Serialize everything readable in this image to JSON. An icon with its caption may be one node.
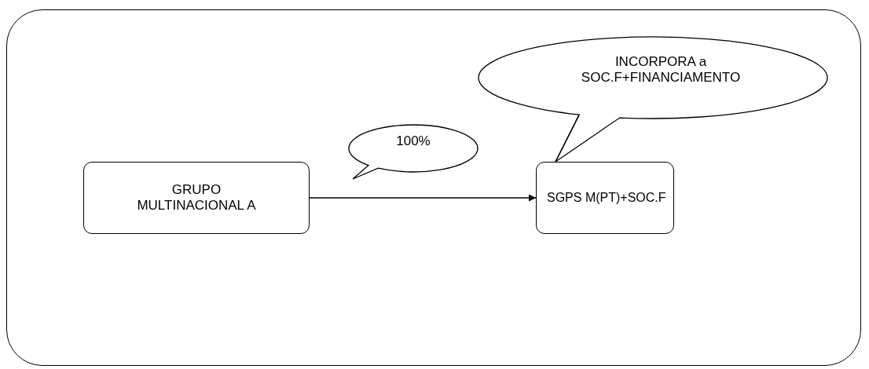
{
  "diagram": {
    "nodes": [
      {
        "text": [],
        "shape": "box"
      },
      {
        "text": [
          "GRUPO MULTINACIONAL A"
        ],
        "in": 0
      },
      {
        "text": [
          "SGPS M(PT)+SOC.F"
        ],
        "in": 0
      },
      {
        "text": [
          "100%"
        ],
        "in": 0
      },
      {
        "text": [
          "INCORPORA a SOC.F+FINANCIAMENTO"
        ],
        "in": 0
      }
    ],
    "edges": [
      {
        "from": 1,
        "to": 2,
        "arrow": "to"
      },
      {
        "from": 4,
        "to": 2,
        "arrow": "none"
      }
    ]
  }
}
